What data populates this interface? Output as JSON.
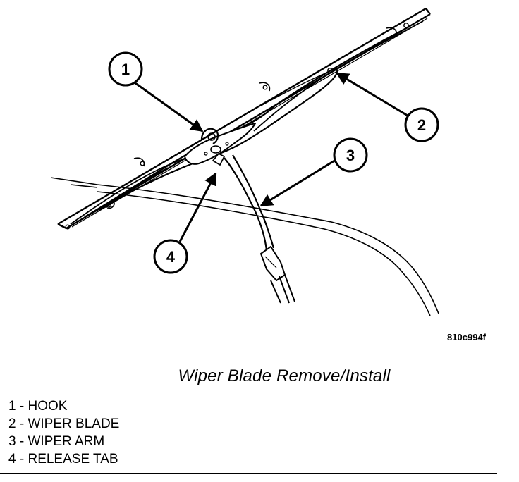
{
  "figure": {
    "code": "810c994f",
    "callouts": [
      "1",
      "2",
      "3",
      "4"
    ]
  },
  "caption": "Wiper Blade Remove/Install",
  "legend": [
    {
      "number": "1",
      "label": "HOOK"
    },
    {
      "number": "2",
      "label": "WIPER BLADE"
    },
    {
      "number": "3",
      "label": "WIPER ARM"
    },
    {
      "number": "4",
      "label": "RELEASE TAB"
    }
  ],
  "colors": {
    "line": "#000000",
    "background": "#ffffff"
  }
}
